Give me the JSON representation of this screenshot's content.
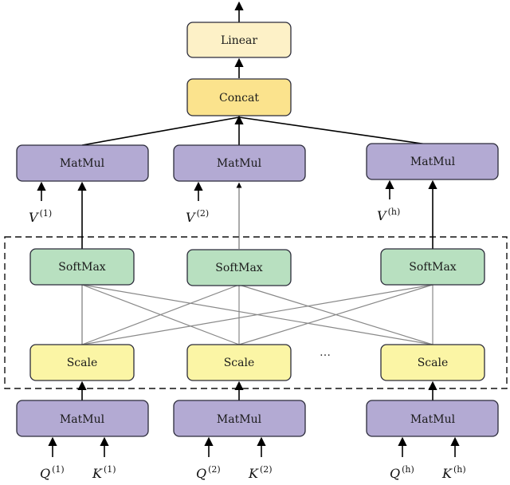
{
  "labels": {
    "linear": "Linear",
    "concat": "Concat",
    "matmul": "MatMul",
    "softmax": "SoftMax",
    "scale": "Scale",
    "ellipsis": "…"
  },
  "heads": [
    {
      "v": "V",
      "q": "Q",
      "k": "K",
      "index": "(1)"
    },
    {
      "v": "V",
      "q": "Q",
      "k": "K",
      "index": "(2)"
    },
    {
      "v": "V",
      "q": "Q",
      "k": "K",
      "index": "(h)"
    }
  ],
  "colors": {
    "linear_fill": "#fdf1c7",
    "concat_fill": "#fbe38d",
    "matmul_fill": "#b3aad3",
    "softmax_fill": "#b8e0c0",
    "scale_fill": "#fbf5a5",
    "box_stroke": "#2b2b3a",
    "line": "#000000",
    "cross_line": "#888888"
  }
}
